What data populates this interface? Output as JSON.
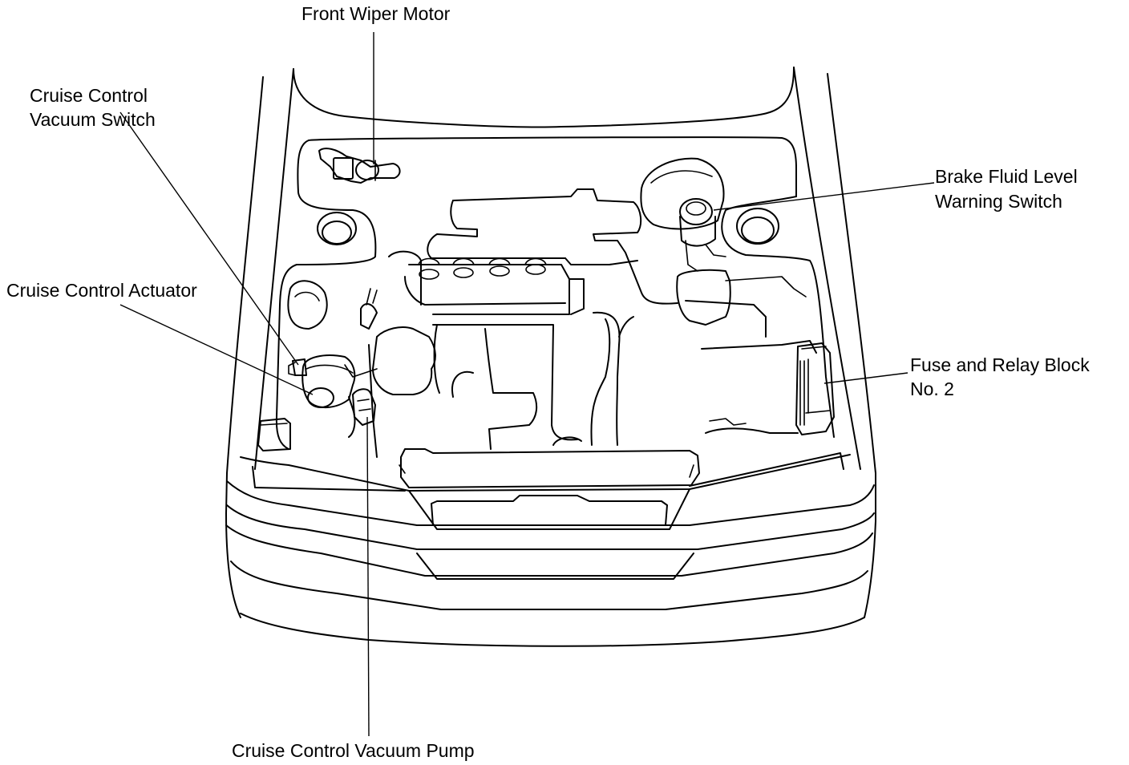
{
  "labels": {
    "front_wiper_motor": "Front Wiper Motor",
    "cruise_control_vacuum_switch_1": "Cruise Control",
    "cruise_control_vacuum_switch_2": "Vacuum Switch",
    "cruise_control_actuator": "Cruise Control Actuator",
    "brake_fluid_1": "Brake Fluid Level",
    "brake_fluid_2": "Warning Switch",
    "fuse_relay_1": "Fuse and Relay Block",
    "fuse_relay_2": "No. 2",
    "cruise_control_vacuum_pump": "Cruise Control Vacuum Pump"
  },
  "colors": {
    "line": "#000000",
    "background": "#ffffff"
  }
}
